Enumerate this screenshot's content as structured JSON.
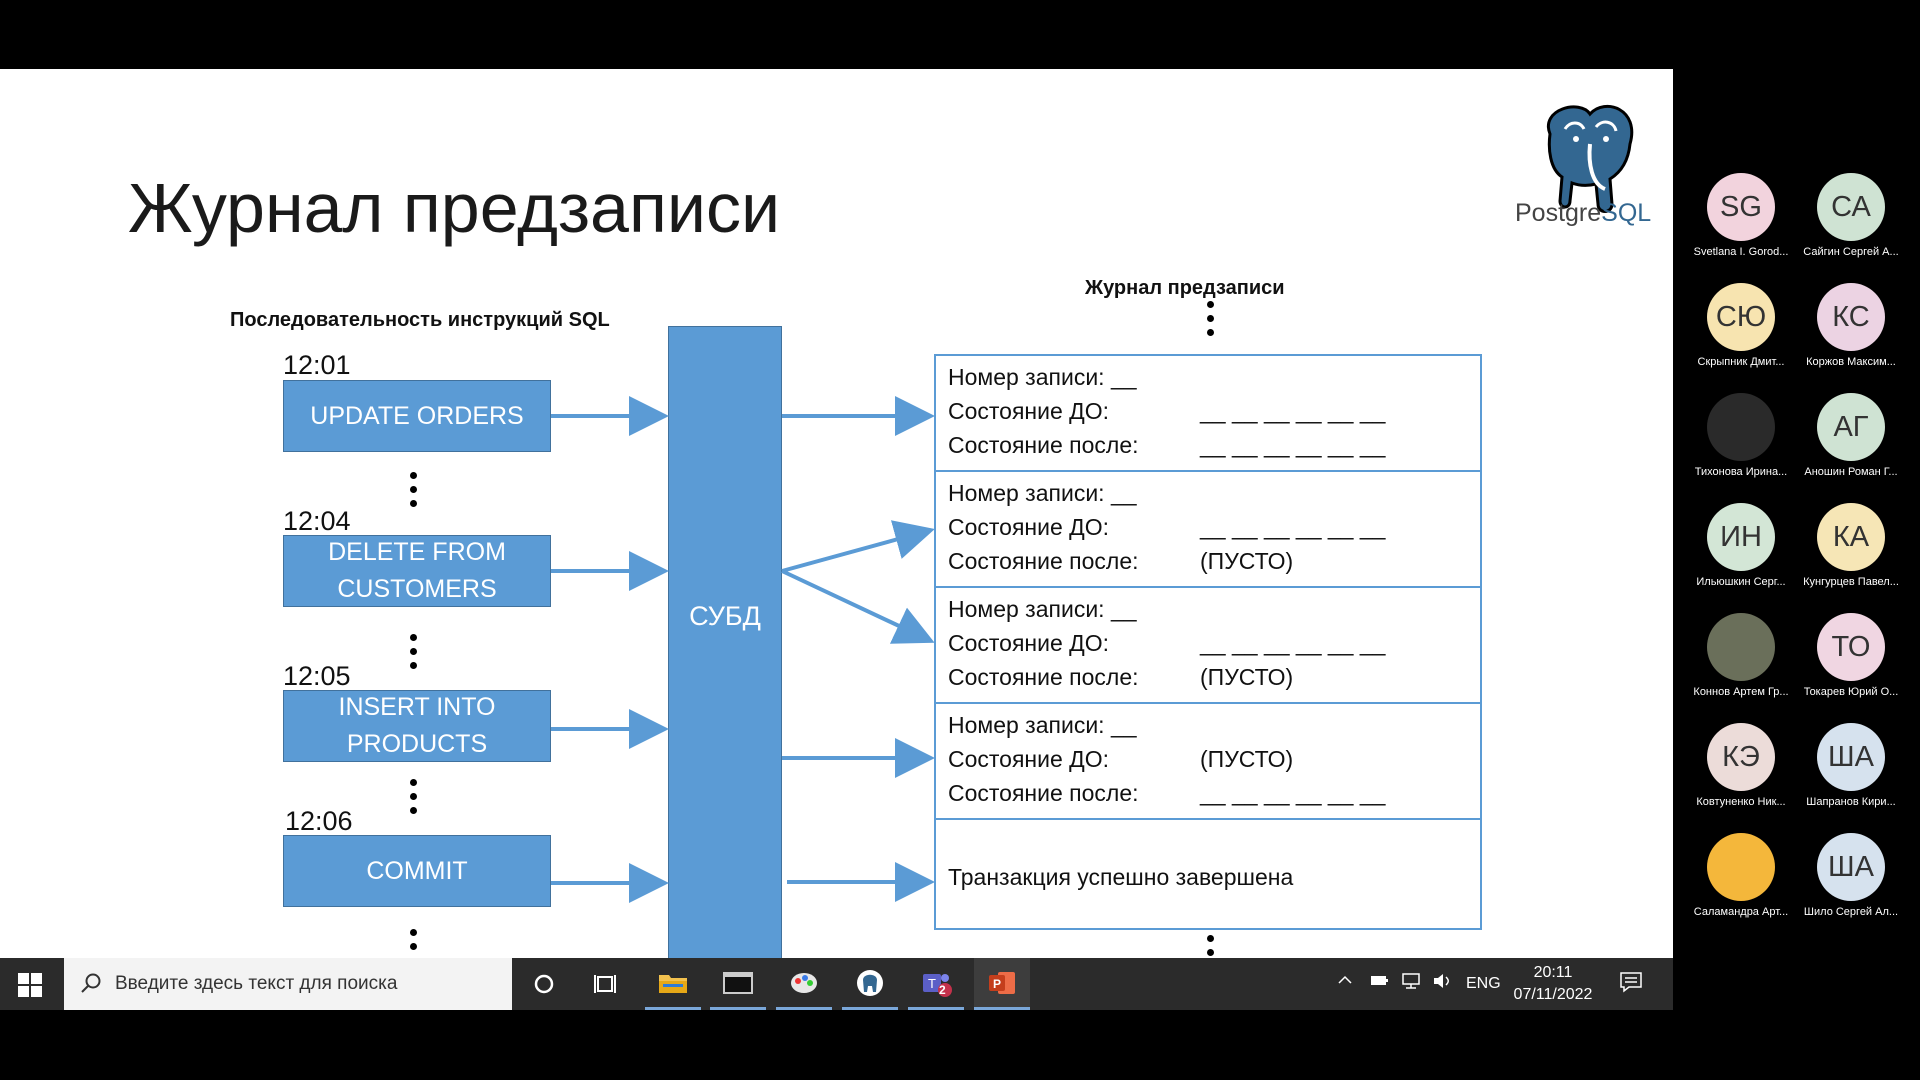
{
  "slide": {
    "title": "Журнал предзаписи",
    "logo_text_a": "Postgre",
    "logo_text_b": "SQL",
    "left_heading": "Последовательность инструкций SQL",
    "right_heading": "Журнал предзаписи",
    "dbms_label": "СУБД",
    "sql_steps": [
      {
        "time": "12:01",
        "line1": "UPDATE ORDERS",
        "line2": ""
      },
      {
        "time": "12:04",
        "line1": "DELETE FROM",
        "line2": "CUSTOMERS"
      },
      {
        "time": "12:05",
        "line1": "INSERT INTO",
        "line2": "PRODUCTS"
      },
      {
        "time": "12:06",
        "line1": "COMMIT",
        "line2": ""
      }
    ],
    "log_entries": [
      {
        "record": "Номер записи: __",
        "before_label": "Состояние ДО:",
        "before_value": "__ __ __ __ __ __",
        "after_label": "Состояние после:",
        "after_value": "__ __ __ __ __ __"
      },
      {
        "record": "Номер записи: __",
        "before_label": "Состояние ДО:",
        "before_value": "__ __ __ __ __ __",
        "after_label": "Состояние после:",
        "after_value": "(ПУСТО)"
      },
      {
        "record": "Номер записи: __",
        "before_label": "Состояние ДО:",
        "before_value": "__ __ __ __ __ __",
        "after_label": "Состояние после:",
        "after_value": "(ПУСТО)"
      },
      {
        "record": "Номер записи: __",
        "before_label": "Состояние ДО:",
        "before_value": "(ПУСТО)",
        "after_label": "Состояние после:",
        "after_value": "__ __ __ __ __ __"
      }
    ],
    "commit_message": "Транзакция успешно завершена",
    "colors": {
      "box_fill": "#5b9bd5",
      "box_border": "#41719c",
      "arrow": "#5b9bd5"
    }
  },
  "taskbar": {
    "search_placeholder": "Введите здесь текст для поиска",
    "language": "ENG",
    "time": "20:11",
    "date": "07/11/2022",
    "teams_badge": "2"
  },
  "participants": [
    {
      "initials": "SG",
      "name": "Svetlana I. Gorod...",
      "color": "#f2d3dd"
    },
    {
      "initials": "СА",
      "name": "Сайгин Сергей А...",
      "color": "#cfe3d3"
    },
    {
      "initials": "СЮ",
      "name": "Скрыпник Дмит...",
      "color": "#f7e4b0"
    },
    {
      "initials": "КС",
      "name": "Коржов Максим...",
      "color": "#ecd3e3"
    },
    {
      "initials": "",
      "name": "Тихонова Ирина...",
      "color": "#2a2a2a"
    },
    {
      "initials": "АГ",
      "name": "Аношин Роман Г...",
      "color": "#cfe3d3"
    },
    {
      "initials": "ИН",
      "name": "Ильюшкин Серг...",
      "color": "#d3e6d6"
    },
    {
      "initials": "КА",
      "name": "Кунгурцев Павел...",
      "color": "#f6e6b6"
    },
    {
      "initials": "",
      "name": "Коннов Артем Гр...",
      "color": "#6a6f5a"
    },
    {
      "initials": "ТО",
      "name": "Токарев Юрий О...",
      "color": "#f0d6e2"
    },
    {
      "initials": "КЭ",
      "name": "Ковтуненко Ник...",
      "color": "#ecdcd9"
    },
    {
      "initials": "ША",
      "name": "Шапранов Кири...",
      "color": "#d6e2ee"
    },
    {
      "initials": "",
      "name": "Саламандра Арт...",
      "color": "#f4b73b"
    },
    {
      "initials": "ША",
      "name": "Шило Сергей Ал...",
      "color": "#d6e2ee"
    }
  ]
}
